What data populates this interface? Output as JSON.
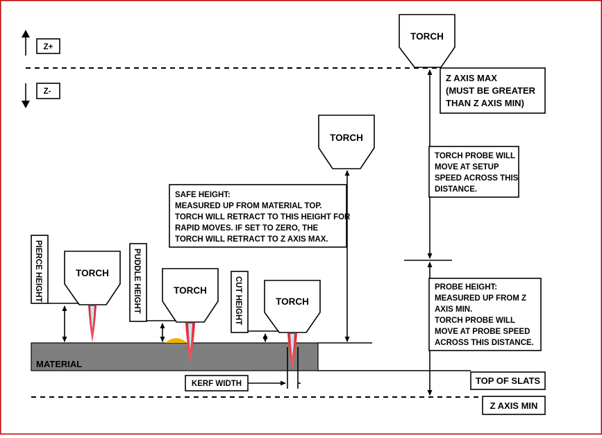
{
  "colors": {
    "material": "#7f7f7f",
    "frame": "#c00000",
    "flame_outer": "#e8202a",
    "flame_inner": "#bfe6f2",
    "puddle": "#f0b400"
  },
  "icons": {
    "up_arrow": "arrow-up-icon",
    "down_arrow": "arrow-down-icon"
  },
  "legend": {
    "z_plus": "Z+",
    "z_minus": "Z-"
  },
  "torch_label": "TORCH",
  "labels": {
    "pierce_height": "PIERCE HEIGHT",
    "puddle_height": "PUDDLE HEIGHT",
    "cut_height": "CUT HEIGHT",
    "material": "MATERIAL",
    "kerf_width": "KERF WIDTH",
    "top_of_slats": "TOP OF SLATS",
    "z_axis_min": "Z AXIS MIN"
  },
  "z_axis_max": {
    "lines": [
      "Z AXIS MAX",
      "(MUST BE GREATER",
      "THAN Z AXIS MIN)"
    ]
  },
  "safe_height": {
    "lines": [
      "SAFE HEIGHT:",
      "MEASURED UP FROM MATERIAL TOP.",
      "TORCH WILL RETRACT TO THIS HEIGHT FOR",
      "RAPID MOVES.  IF SET TO ZERO, THE",
      "TORCH WILL RETRACT TO Z AXIS MAX."
    ]
  },
  "torch_probe": {
    "lines": [
      "TORCH PROBE WILL",
      "MOVE AT SETUP",
      "SPEED ACROSS THIS",
      "DISTANCE."
    ]
  },
  "probe_height": {
    "lines": [
      "PROBE HEIGHT:",
      "MEASURED UP FROM Z",
      "AXIS MIN.",
      "TORCH PROBE WILL",
      "MOVE AT PROBE SPEED",
      "ACROSS THIS DISTANCE."
    ]
  }
}
